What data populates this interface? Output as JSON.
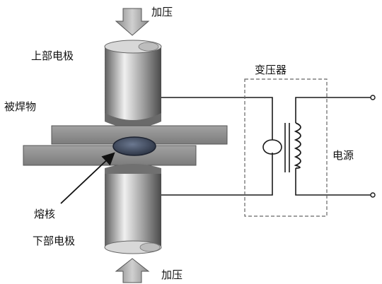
{
  "labels": {
    "press_top": "加压",
    "upper_electrode": "上部电极",
    "workpiece": "被焊物",
    "transformer": "变压器",
    "power_source": "电源",
    "nugget": "熔核",
    "lower_electrode": "下部电极",
    "press_bottom": "加压"
  },
  "colors": {
    "electrode_dark": "#6e6e6e",
    "electrode_light": "#e6e6e6",
    "plate": "#8c8c8c",
    "nugget": "#3f4a5c",
    "wire": "#1a1a1a",
    "arrow_fill": "#b5b5b5"
  }
}
